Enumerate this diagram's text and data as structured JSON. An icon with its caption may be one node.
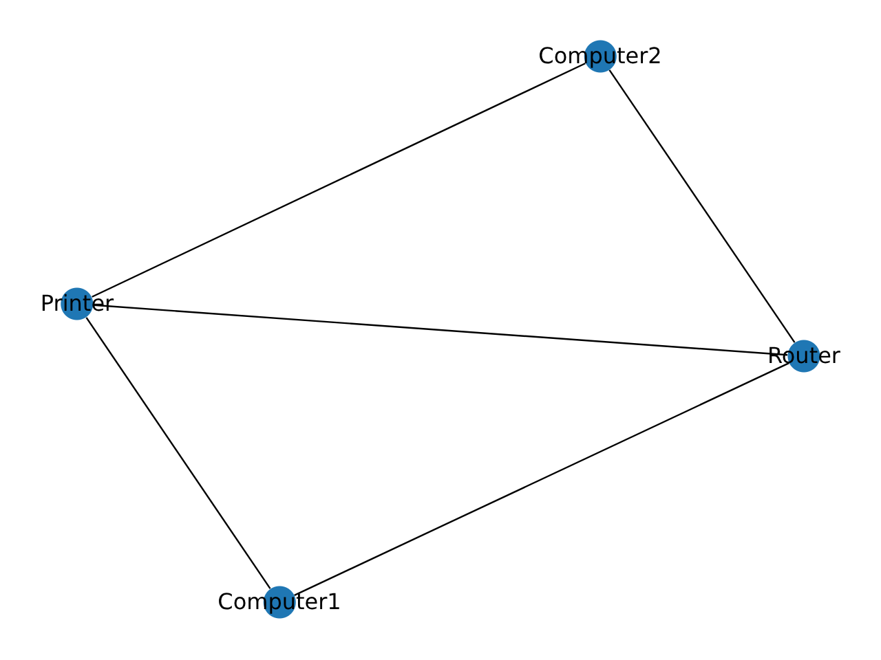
{
  "diagram": {
    "nodes": [
      {
        "text": [
          "Computer2"
        ]
      },
      {
        "text": [
          "Printer"
        ]
      },
      {
        "text": [
          "Router"
        ]
      },
      {
        "text": [
          "Computer1"
        ]
      }
    ],
    "edges": [
      {
        "from": 0,
        "to": 1,
        "arrow": "none"
      },
      {
        "from": 0,
        "to": 2,
        "arrow": "none"
      },
      {
        "from": 1,
        "to": 2,
        "arrow": "none"
      },
      {
        "from": 1,
        "to": 3,
        "arrow": "none"
      },
      {
        "from": 3,
        "to": 2,
        "arrow": "none"
      }
    ]
  }
}
